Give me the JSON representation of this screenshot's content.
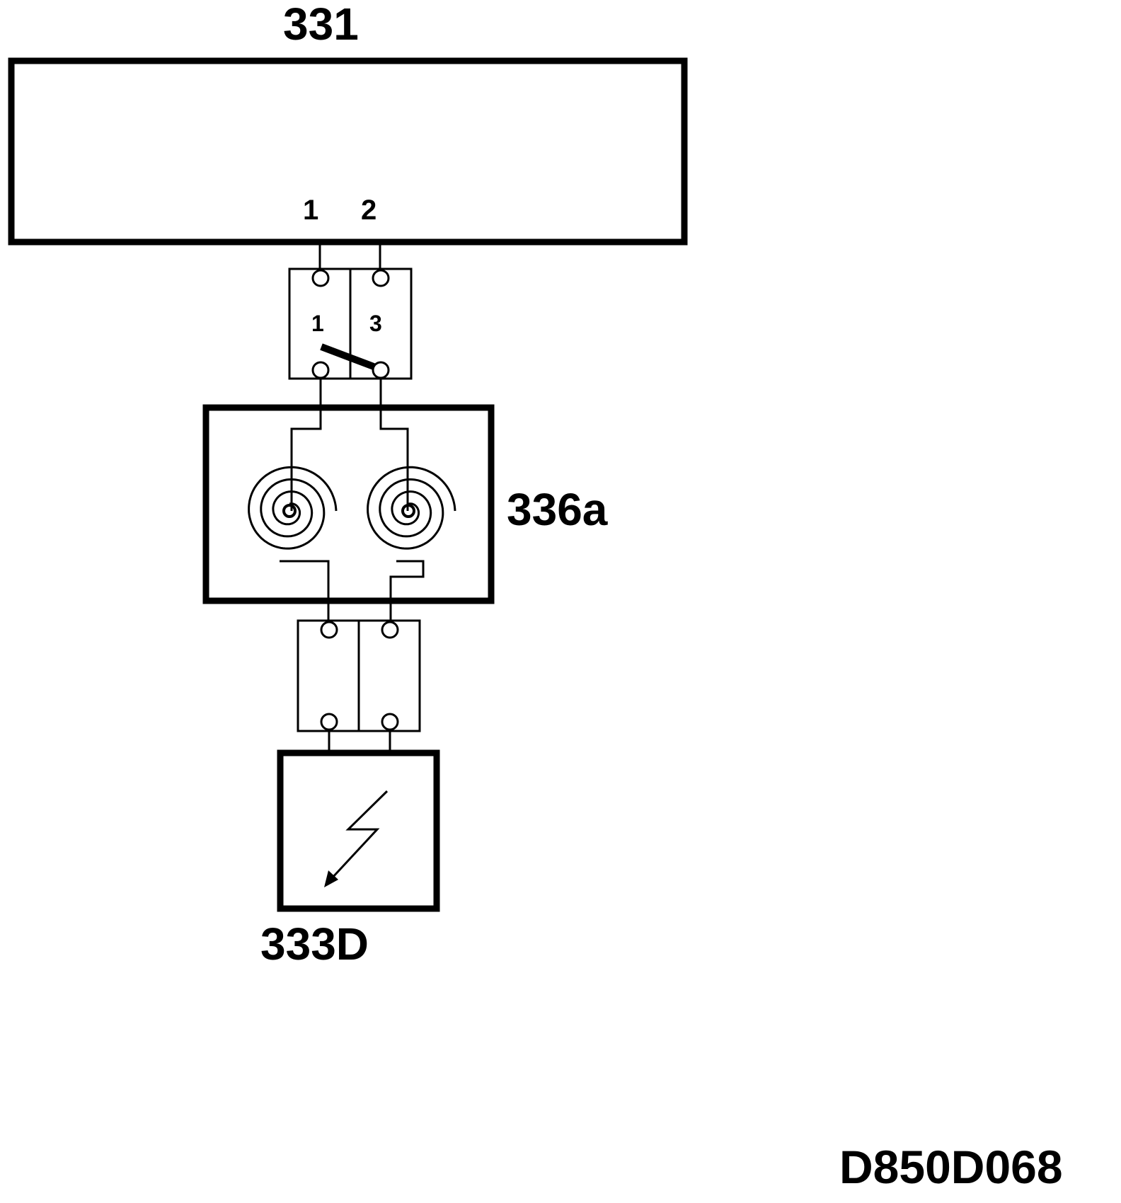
{
  "components": {
    "control_unit": {
      "label": "331",
      "pin_1": "1",
      "pin_2": "2"
    },
    "connector_upper": {
      "pin_left": "1",
      "pin_right": "3"
    },
    "coil_unit": {
      "label": "336a"
    },
    "connector_lower": {},
    "spark_unit": {
      "label": "333D"
    }
  },
  "drawing_ref": "D850D068",
  "colors": {
    "ink": "#000000",
    "paper": "#ffffff"
  }
}
